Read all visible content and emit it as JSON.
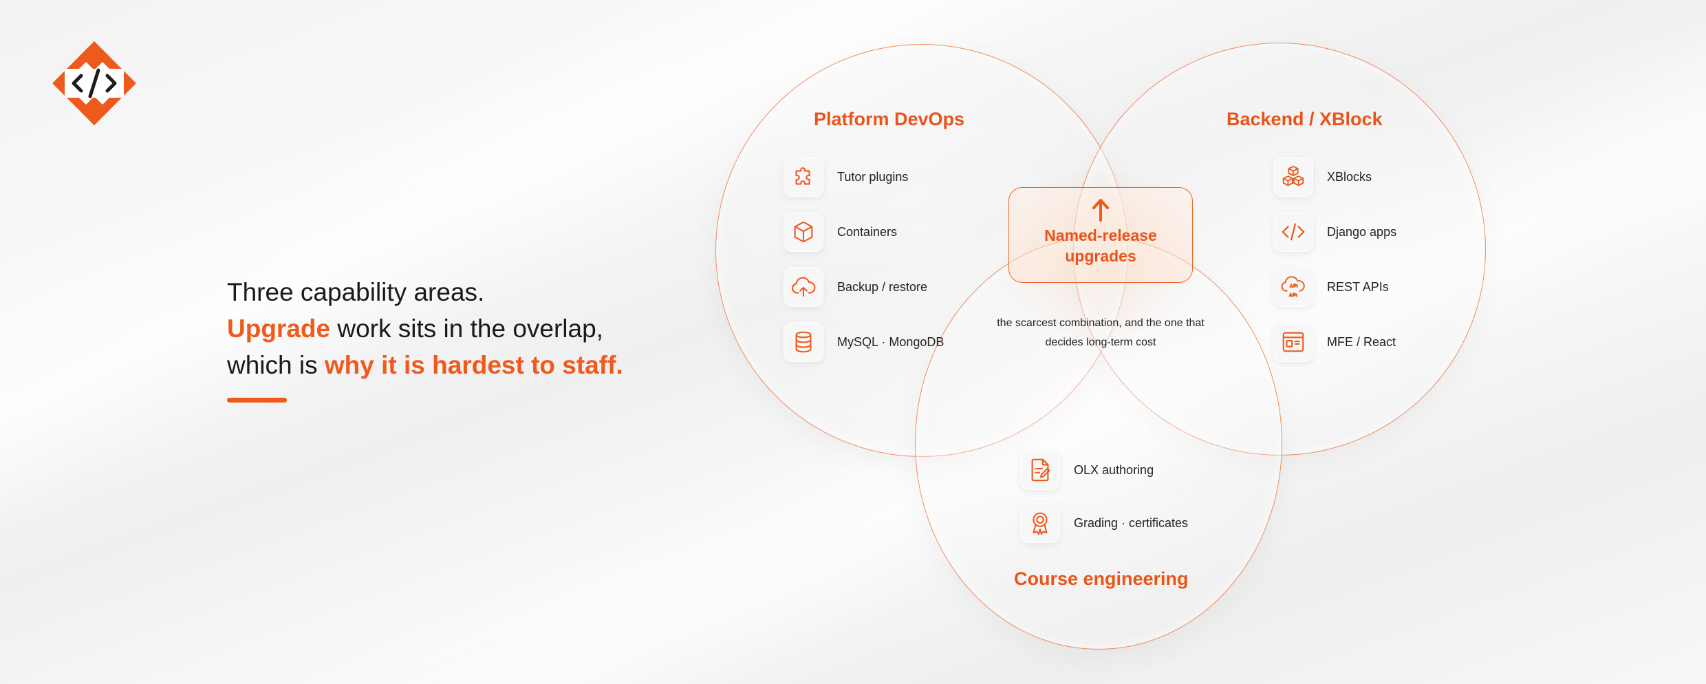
{
  "logo": {
    "icon": "code-diamond-logo"
  },
  "headline": {
    "line1": "Three capability areas.",
    "line2_accent": "Upgrade",
    "line2_rest": " work sits in the overlap,",
    "line3_prefix": "which is ",
    "line3_accent": "why it is hardest to staff."
  },
  "venn": {
    "platform": {
      "title": "Platform DevOps",
      "items": [
        {
          "label": "Tutor plugins",
          "icon": "puzzle-icon"
        },
        {
          "label": "Containers",
          "icon": "cube-icon"
        },
        {
          "label": "Backup / restore",
          "icon": "cloud-upload-icon"
        },
        {
          "label": "MySQL · MongoDB",
          "icon": "database-icon"
        }
      ]
    },
    "backend": {
      "title": "Backend / XBlock",
      "items": [
        {
          "label": "XBlocks",
          "icon": "blocks-icon"
        },
        {
          "label": "Django apps",
          "icon": "code-icon"
        },
        {
          "label": "REST APIs",
          "icon": "api-cloud-icon"
        },
        {
          "label": "MFE / React",
          "icon": "browser-window-icon"
        }
      ]
    },
    "course": {
      "title": "Course engineering",
      "items": [
        {
          "label": "OLX authoring",
          "icon": "document-edit-icon"
        },
        {
          "label": "Grading · certificates",
          "icon": "award-badge-icon"
        }
      ]
    },
    "center": {
      "label": "Named-release upgrades",
      "icon": "arrow-up-icon",
      "note": "the scarcest combination, and the one that decides long-term cost"
    }
  },
  "colors": {
    "accent": "#ee5a1c",
    "text": "#1c1c1c",
    "background": "#f4f4f4"
  }
}
